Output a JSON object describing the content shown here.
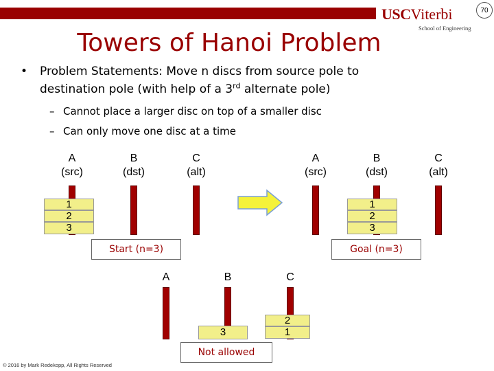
{
  "header": {
    "logo": {
      "usc": "USC",
      "viterbi": "Viterbi",
      "school": "School of Engineering"
    },
    "slide_number": "70",
    "accent_color": "#990000"
  },
  "title": "Towers of Hanoi Problem",
  "bullet": {
    "line1": "Problem Statements:  Move n discs from source pole to",
    "line2_pre": "destination pole (with help of a 3",
    "line2_sup": "rd",
    "line2_post": " alternate pole)"
  },
  "sub_bullets": [
    "Cannot place a larger disc on top of a smaller disc",
    "Can only move one disc at a time"
  ],
  "start": {
    "poles": [
      {
        "name": "A",
        "role": "(src)"
      },
      {
        "name": "B",
        "role": "(dst)"
      },
      {
        "name": "C",
        "role": "(alt)"
      }
    ],
    "discs": [
      "1",
      "2",
      "3"
    ],
    "label": "Start (n=3)"
  },
  "goal": {
    "poles": [
      {
        "name": "A",
        "role": "(src)"
      },
      {
        "name": "B",
        "role": "(dst)"
      },
      {
        "name": "C",
        "role": "(alt)"
      }
    ],
    "discs": [
      "1",
      "2",
      "3"
    ],
    "label": "Goal (n=3)"
  },
  "not_allowed": {
    "poles": [
      "A",
      "B",
      "C"
    ],
    "pole_b_disc": "3",
    "pole_c_discs": [
      "2",
      "1"
    ],
    "label": "Not allowed"
  },
  "footer": "© 2016 by Mark Redekopp, All Rights Reserved",
  "colors": {
    "pole": "#a00000",
    "disc": "#f2ef8a",
    "arrow": "#f5f23a",
    "title": "#990000"
  }
}
